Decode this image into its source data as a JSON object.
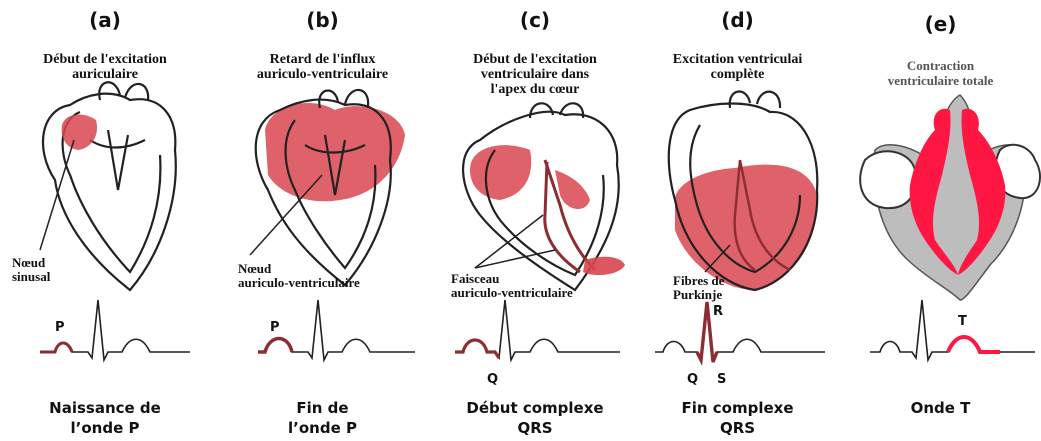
{
  "colors": {
    "excited": "#d94550",
    "ecg_trace": "#222222",
    "ecg_highlight": "#8b2d32",
    "t_wave": "#ff1744",
    "septum_gray": "#bdbdbd"
  },
  "panels": [
    {
      "letter": "(a)",
      "title": "Début de l'excitation\nauriculaire",
      "label": "Nœud\nsinusal",
      "wave_labels": [
        "P"
      ],
      "caption": "Naissance de\nl’onde P"
    },
    {
      "letter": "(b)",
      "title": "Retard de l'influx\nauriculo-ventriculaire",
      "label": "Nœud\nauriculo-ventriculaire",
      "wave_labels": [
        "P"
      ],
      "caption": "Fin de\nl’onde P"
    },
    {
      "letter": "(c)",
      "title": "Début de l'excitation\nventriculaire dans\nl'apex du cœur",
      "label": "Faisceau\nauriculo-ventriculaire",
      "wave_labels": [
        "Q"
      ],
      "caption": "Début complexe\nQRS"
    },
    {
      "letter": "(d)",
      "title": "Excitation ventriculai\ncomplète",
      "label": "Fibres de\nPurkinje",
      "wave_labels": [
        "R",
        "Q",
        "S"
      ],
      "caption": "Fin complexe\nQRS"
    },
    {
      "letter": "(e)",
      "title": "Contraction\nventriculaire totale",
      "label": "",
      "wave_labels": [
        "T"
      ],
      "caption": "Onde T"
    }
  ]
}
